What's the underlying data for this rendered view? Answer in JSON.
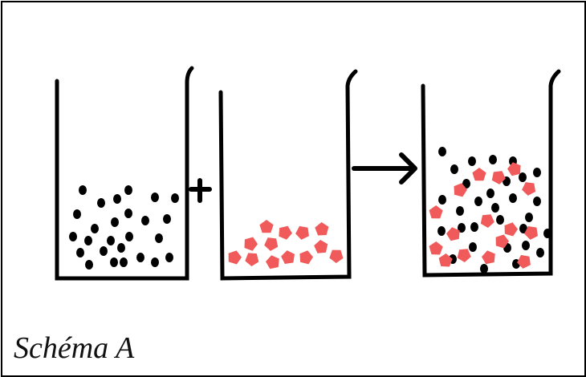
{
  "caption": "Schéma A",
  "colors": {
    "ink": "#000000",
    "particle_black": "#000000",
    "particle_red": "#f05a5a",
    "background": "#ffffff"
  },
  "diagram": {
    "description_terms": {
      "beaker_1": "beaker-black-particles",
      "beaker_2": "beaker-red-particles",
      "beaker_3": "beaker-mixture",
      "plus": "plus-sign",
      "arrow": "reaction-arrow"
    }
  }
}
